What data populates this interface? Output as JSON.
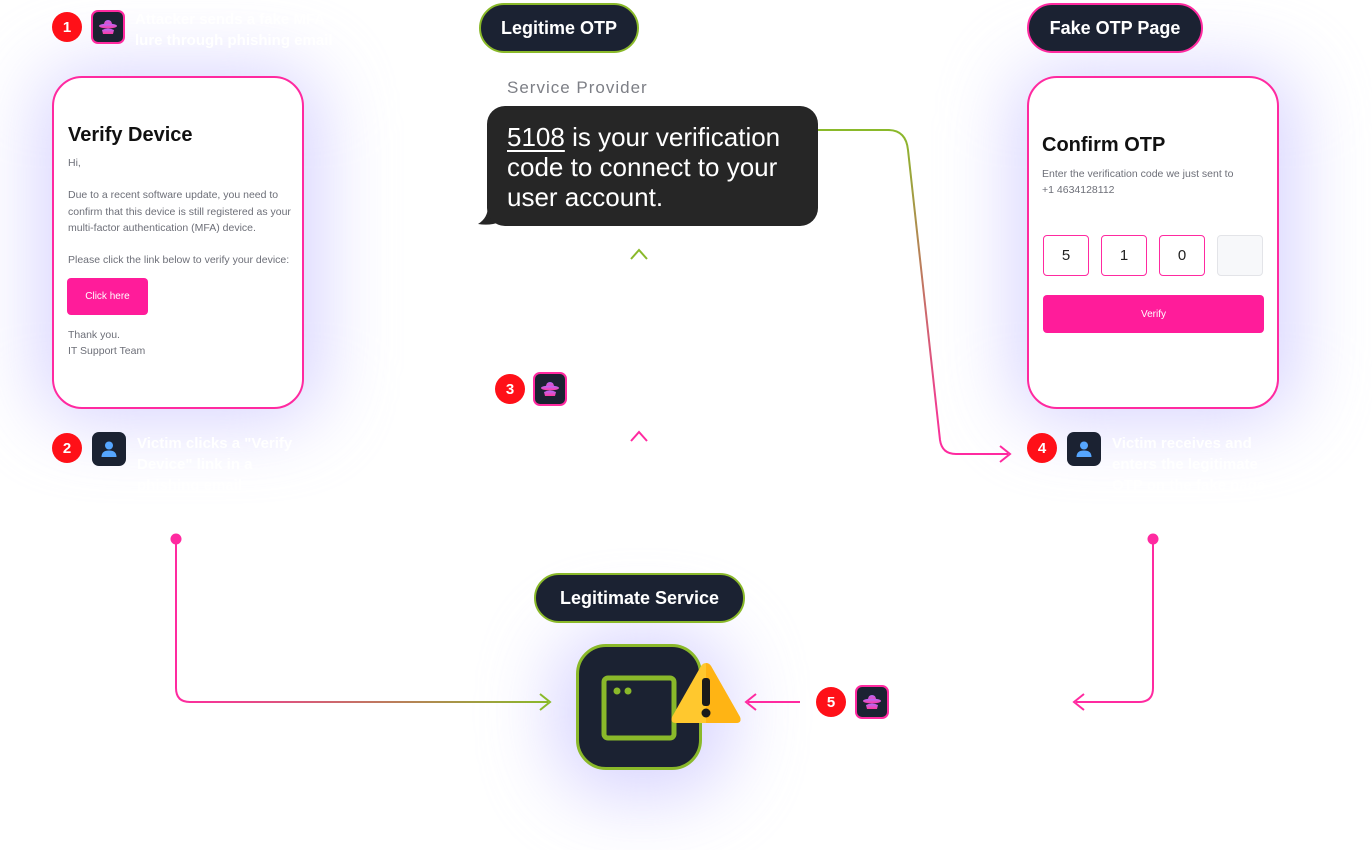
{
  "steps": [
    {
      "number": "1",
      "text": "Attacker sends a fake MFA lure through phishing email"
    },
    {
      "number": "2",
      "text": "Victim clicks a \"Verify Device\" link in a phishing email"
    },
    {
      "number": "3",
      "text": ""
    },
    {
      "number": "4",
      "text": "Victim receives and enters the legitimate OTP on the fake page"
    },
    {
      "number": "5",
      "text": ""
    }
  ],
  "labels": {
    "legit_otp": "Legitime OTP",
    "fake_otp_page": "Fake OTP Page",
    "service_provider": "Service Provider",
    "legit_service": "Legitimate Service"
  },
  "email_card": {
    "title": "Verify Device",
    "greeting": "Hi,",
    "body": "Due to a recent software update, you need to confirm that this device is still registered as your multi-factor authentication (MFA) device.",
    "instruction": "Please click the link below to verify your device:",
    "button": "Click here",
    "signoff": "Thank you.",
    "signature": "IT Support Team"
  },
  "sms": {
    "code": "5108",
    "message": " is your verification code to connect to your user account."
  },
  "otp_card": {
    "title": "Confirm OTP",
    "subtitle": "Enter the verification code we just sent to",
    "phone": "+1 4634128112",
    "digits": [
      "5",
      "1",
      "0",
      ""
    ],
    "button": "Verify"
  },
  "icons": {
    "attacker": "hacker-icon",
    "victim": "user-icon",
    "service": "app-window-icon",
    "warning": "warning-icon"
  },
  "colors": {
    "navy": "#1b2232",
    "pink": "#ff2aa0",
    "green": "#8ab92a",
    "red": "#ff1018"
  }
}
